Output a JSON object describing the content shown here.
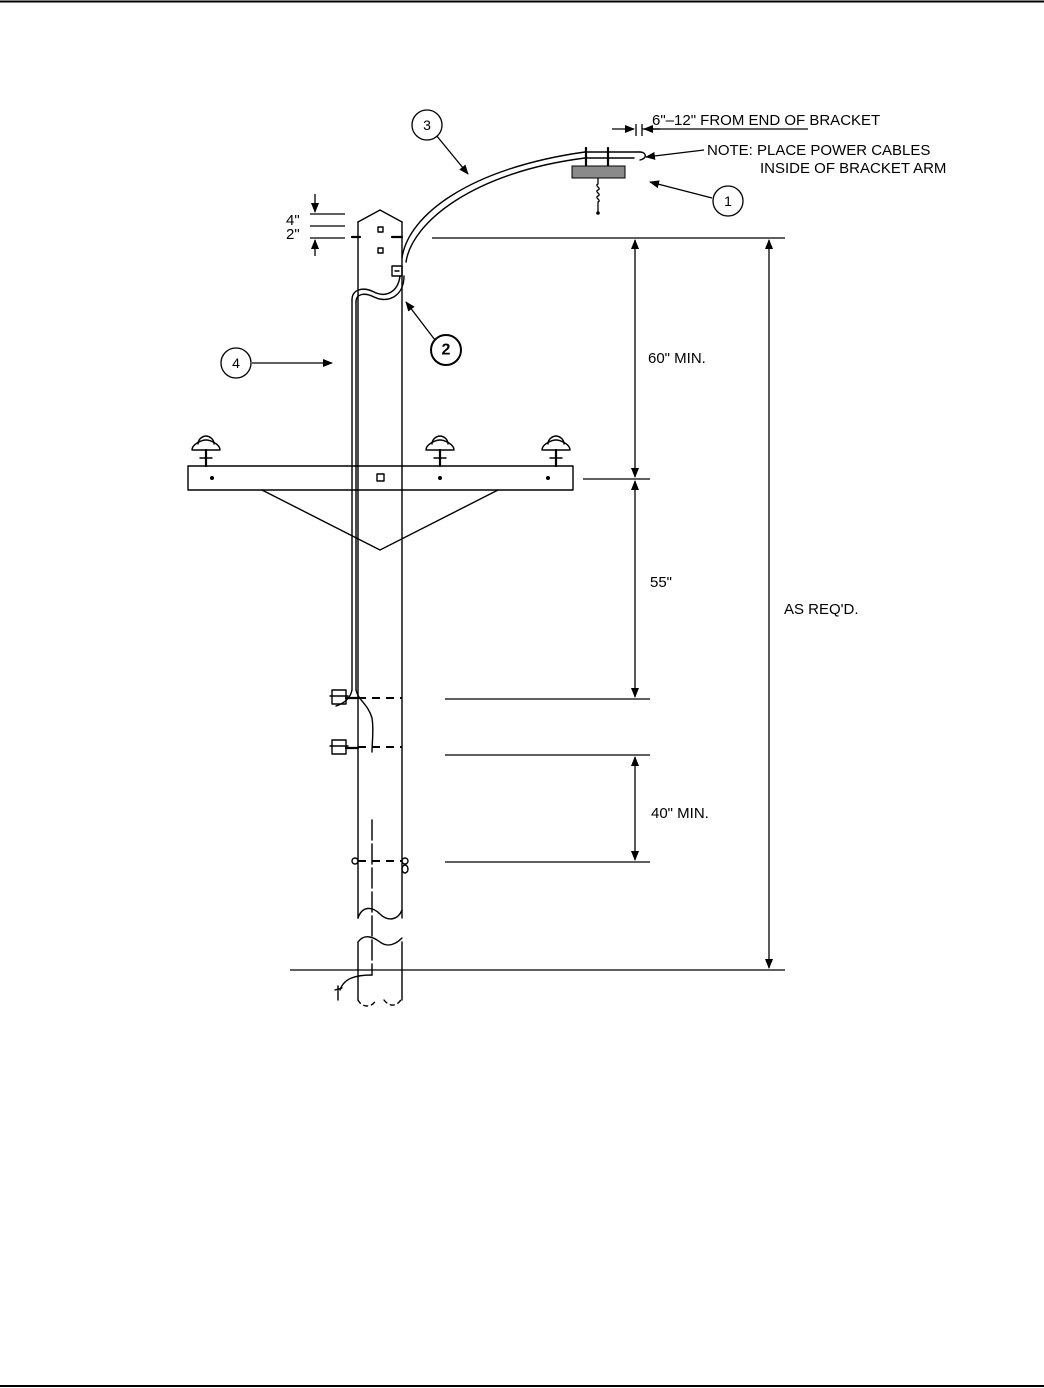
{
  "callouts": [
    "1",
    "2",
    "3",
    "4"
  ],
  "dimensions": {
    "bracket_offset": "6\"–12\" FROM  END  OF BRACKET",
    "top_gap_a": "4\"",
    "top_gap_b": "2\"",
    "upper_clearance": "60\" MIN.",
    "middle_gap": "55\"",
    "lower_clearance": "40\" MIN.",
    "overall_height": "AS  REQ'D."
  },
  "note": {
    "line1": "NOTE: PLACE POWER  CABLES",
    "line2": "INSIDE  OF  BRACKET ARM"
  }
}
